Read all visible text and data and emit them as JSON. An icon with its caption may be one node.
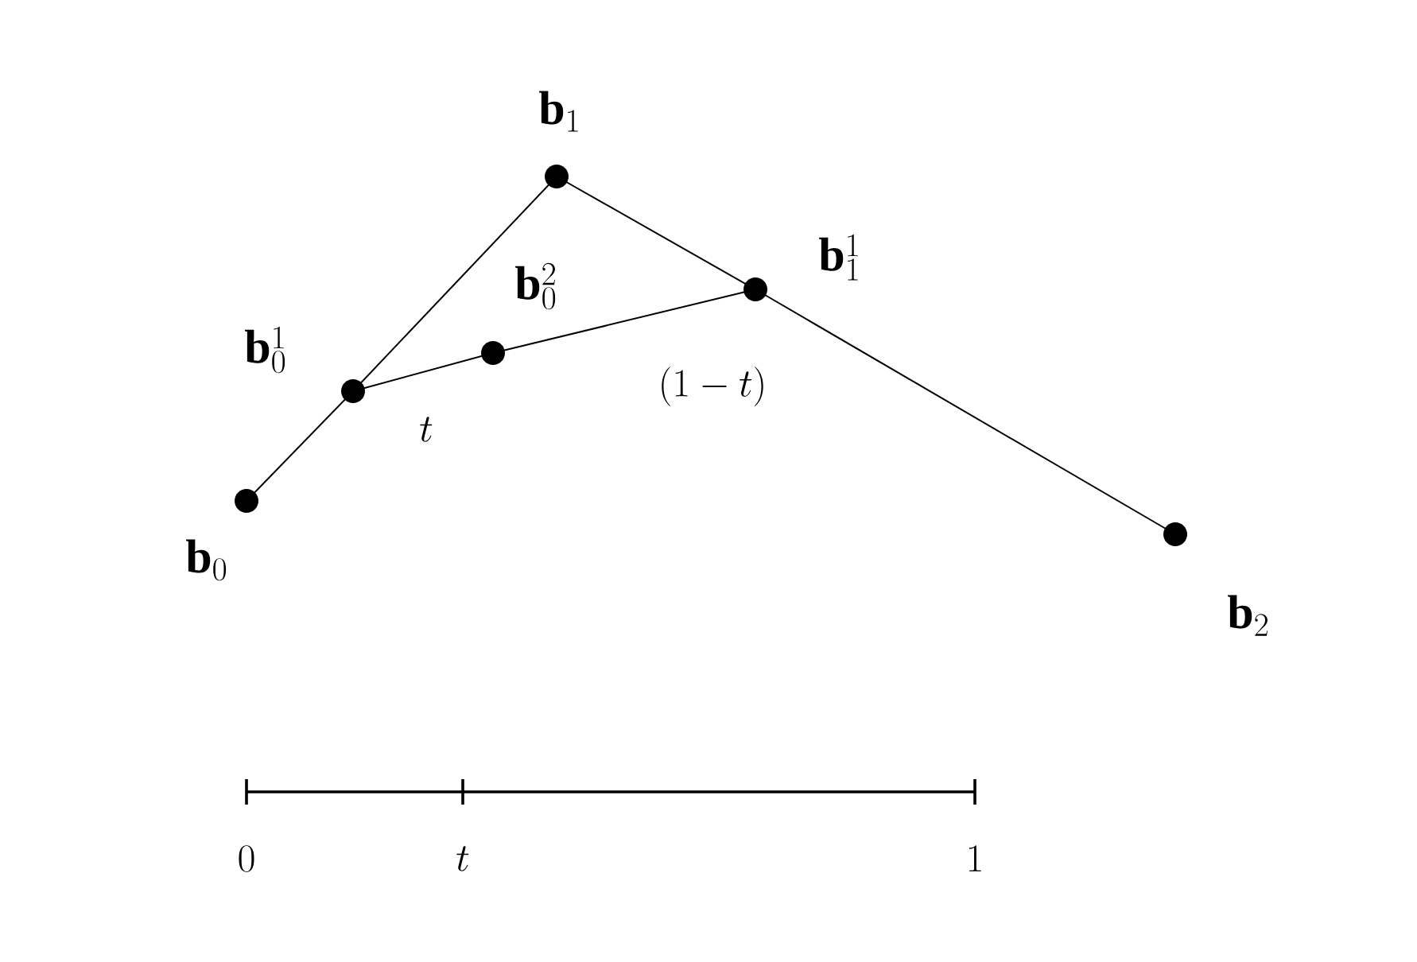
{
  "diagram": {
    "nodes": [
      {
        "text": [],
        "shape": "circle",
        "beside": [
          "\\mathbf{b}_0"
        ]
      },
      {
        "text": [],
        "shape": "circle",
        "beside": [
          "\\mathbf{b}_1"
        ]
      },
      {
        "text": [],
        "shape": "circle",
        "beside": [
          "\\mathbf{b}_2"
        ]
      },
      {
        "text": [],
        "shape": "circle",
        "beside": [
          "\\mathbf{b}_0^1"
        ]
      },
      {
        "text": [],
        "shape": "circle",
        "beside": [
          "\\mathbf{b}_1^1"
        ]
      },
      {
        "text": [],
        "shape": "circle",
        "beside": [
          "\\mathbf{b}_0^2"
        ]
      }
    ],
    "edges": [
      {
        "from": 0,
        "to": 3,
        "arrow": "none"
      },
      {
        "from": 3,
        "to": 1,
        "arrow": "none"
      },
      {
        "from": 1,
        "to": 4,
        "arrow": "none"
      },
      {
        "from": 4,
        "to": 2,
        "arrow": "none"
      },
      {
        "from": 3,
        "to": 5,
        "arrow": "none",
        "label": "t"
      },
      {
        "from": 5,
        "to": 4,
        "arrow": "none",
        "label": "(1-t)"
      }
    ],
    "labels": [
      "0",
      "t",
      "1"
    ]
  }
}
